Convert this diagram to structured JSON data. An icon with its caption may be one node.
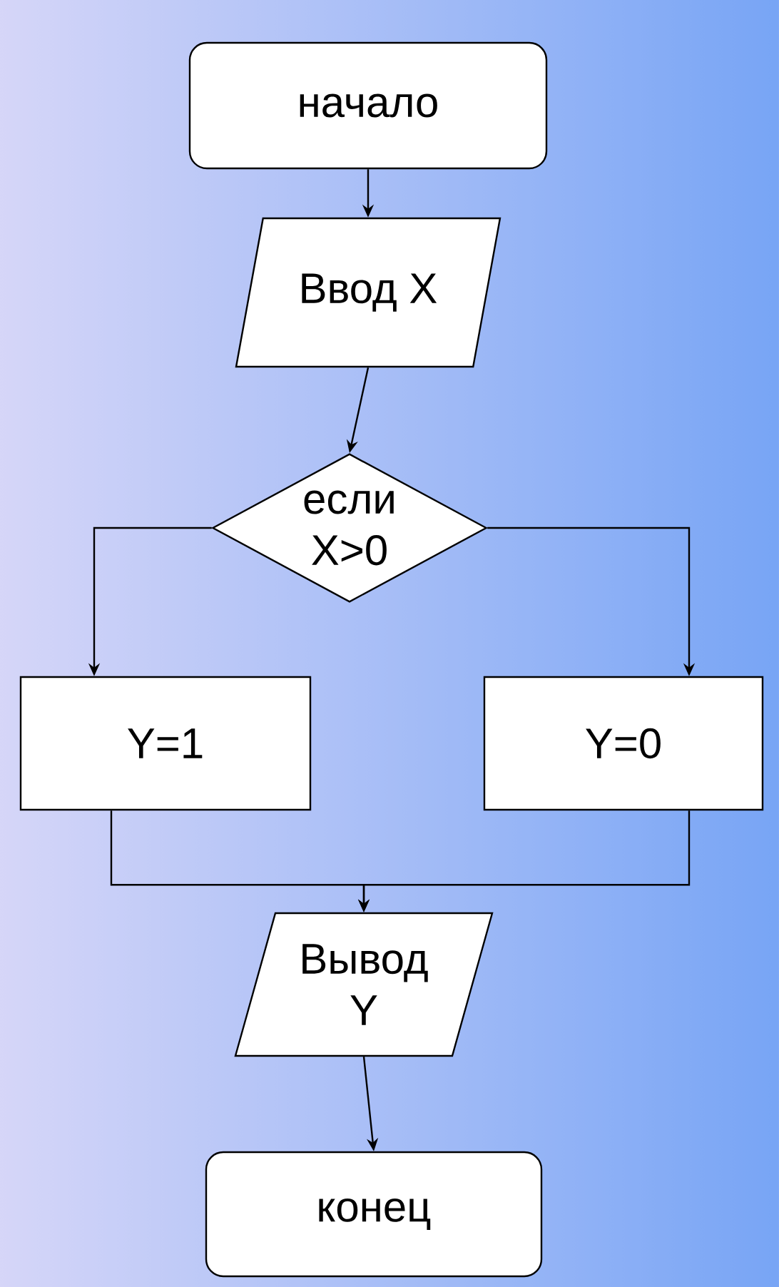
{
  "diagram": {
    "nodes": [
      {
        "text": [
          "начало"
        ]
      },
      {
        "text": [
          "Ввод X"
        ]
      },
      {
        "text": [
          "если X>0"
        ]
      },
      {
        "text": [
          "Y=1"
        ]
      },
      {
        "text": [
          "Y=0"
        ]
      },
      {
        "text": [
          "Вывод Y"
        ]
      },
      {
        "text": [
          "конец"
        ]
      }
    ],
    "edges": [
      {
        "from": 0,
        "to": 1,
        "arrow": "to"
      },
      {
        "from": 1,
        "to": 2,
        "arrow": "to"
      },
      {
        "from": 2,
        "to": 3,
        "arrow": "to"
      },
      {
        "from": 2,
        "to": 4,
        "arrow": "to"
      },
      {
        "from": 3,
        "to": 5,
        "arrow": "to"
      },
      {
        "from": 4,
        "to": 5,
        "arrow": "to"
      },
      {
        "from": 5,
        "to": 6,
        "arrow": "to"
      }
    ]
  }
}
